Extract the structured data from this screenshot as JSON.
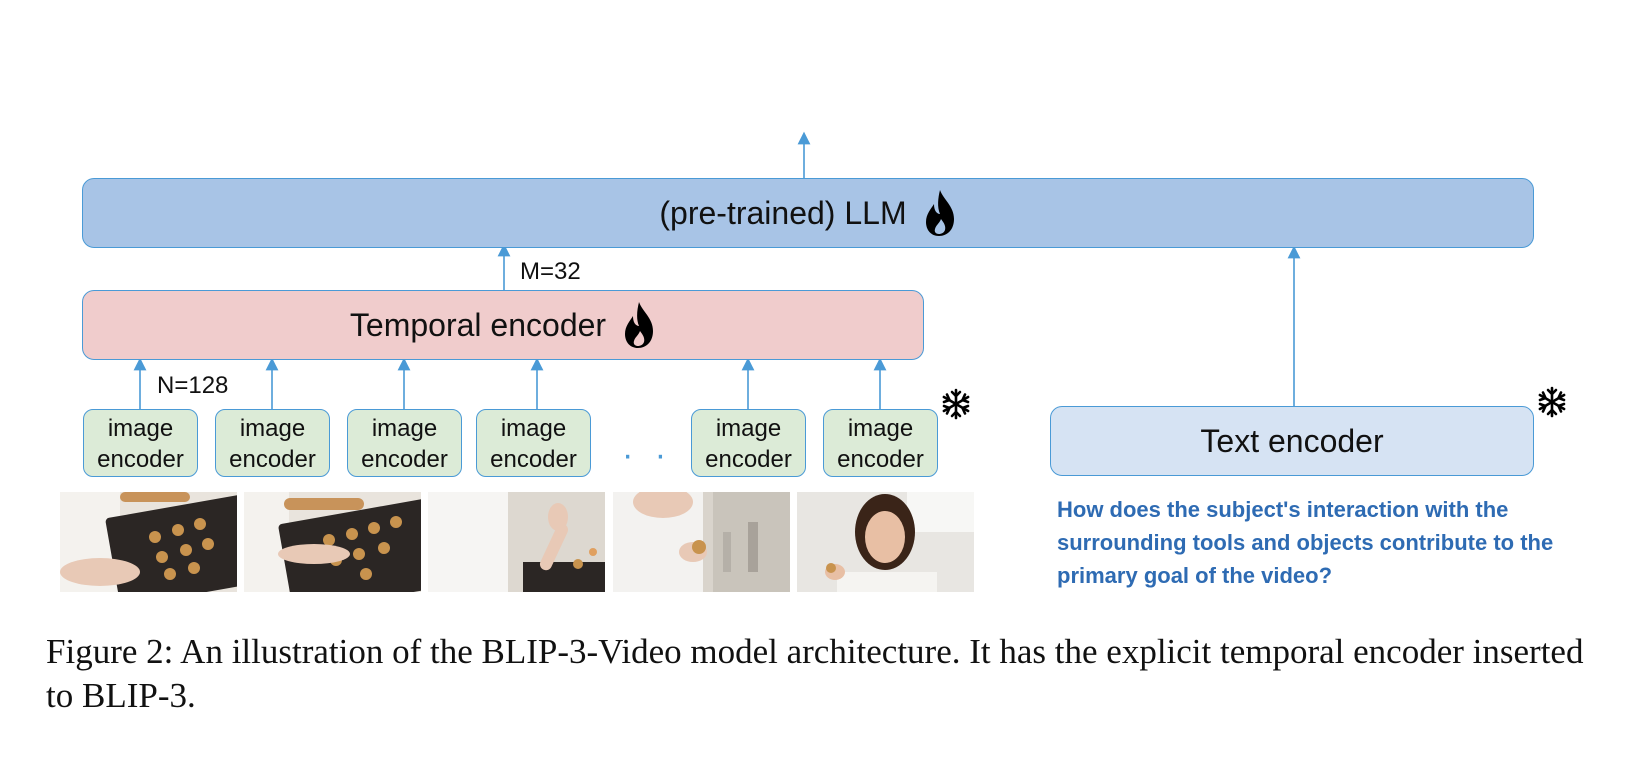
{
  "diagram": {
    "llm_label": "(pre-trained) LLM",
    "temporal_label": "Temporal encoder",
    "m_label": "M=32",
    "n_label": "N=128",
    "image_encoder_label_line1": "image",
    "image_encoder_label_line2": "encoder",
    "ellipsis": "· · ·",
    "text_encoder_label": "Text encoder",
    "question": "How does the subject's interaction with the surrounding tools and objects contribute to the primary goal of the video?",
    "icons": {
      "trainable": "flame-icon",
      "frozen": "snowflake-icon"
    },
    "colors": {
      "llm_fill": "#a8c4e6",
      "temporal_fill": "#f0cccc",
      "image_encoder_fill": "#dcebd7",
      "text_encoder_fill": "#d6e3f3",
      "arrow": "#4a9ad6",
      "question_text": "#2e6bb3"
    }
  },
  "caption": "Figure 2: An illustration of the BLIP-3-Video model architecture. It has the explicit temporal encoder inserted to BLIP-3."
}
